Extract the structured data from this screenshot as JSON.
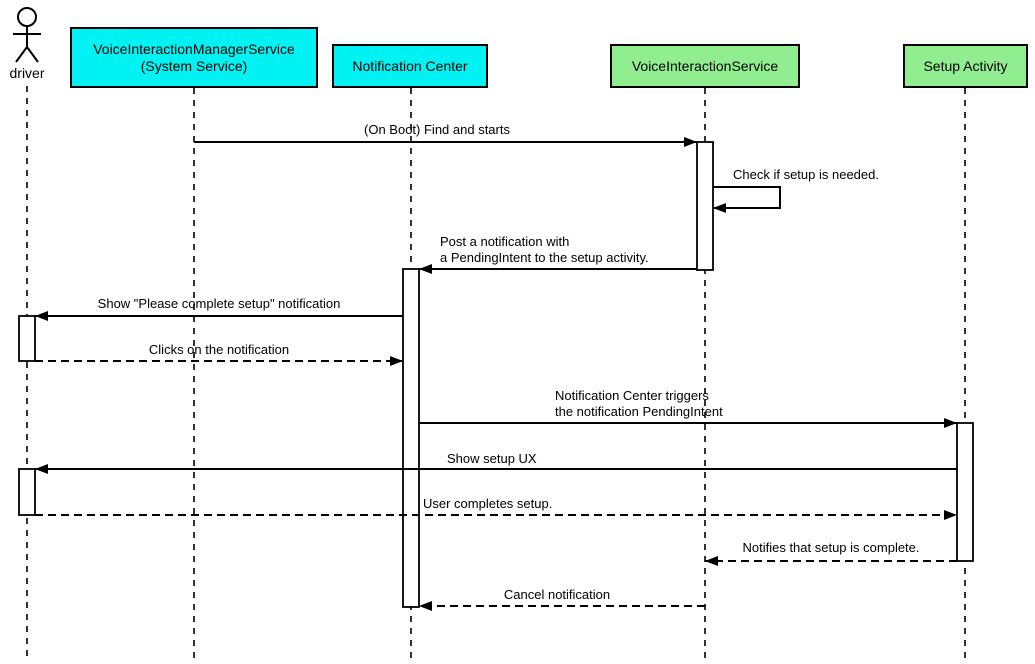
{
  "diagram_type": "uml-sequence",
  "colors": {
    "system_service_fill": "#00F2F2",
    "component_fill": "#90EE90",
    "line": "#000000",
    "background": "#FFFFFF"
  },
  "actor": {
    "label": "driver"
  },
  "participants": [
    {
      "line1": "VoiceInteractionManagerService",
      "line2": "(System Service)",
      "fill": "#00F2F2"
    },
    {
      "line1": "Notification Center",
      "fill": "#00F2F2"
    },
    {
      "line1": "VoiceInteractionService",
      "fill": "#90EE90"
    },
    {
      "line1": "Setup Activity",
      "fill": "#90EE90"
    }
  ],
  "messages": [
    {
      "text": "(On Boot) Find and starts",
      "from": "VoiceInteractionManagerService (System Service)",
      "to": "VoiceInteractionService",
      "style": "solid"
    },
    {
      "text": "Check if setup is needed.",
      "from": "VoiceInteractionService",
      "to": "VoiceInteractionService",
      "style": "solid-self"
    },
    {
      "line1": "Post a notification with",
      "line2": "a PendingIntent to the setup activity.",
      "from": "VoiceInteractionService",
      "to": "Notification Center",
      "style": "solid"
    },
    {
      "text": "Show \"Please complete setup\" notification",
      "from": "Notification Center",
      "to": "driver",
      "style": "solid"
    },
    {
      "text": "Clicks on the notification",
      "from": "driver",
      "to": "Notification Center",
      "style": "dashed"
    },
    {
      "line1": "Notification Center triggers",
      "line2": "the notification PendingIntent",
      "from": "Notification Center",
      "to": "Setup Activity",
      "style": "solid"
    },
    {
      "text": "Show setup UX",
      "from": "Setup Activity",
      "to": "driver",
      "style": "solid"
    },
    {
      "text": "User completes setup.",
      "from": "driver",
      "to": "Setup Activity",
      "style": "dashed"
    },
    {
      "text": "Notifies that setup is complete.",
      "from": "Setup Activity",
      "to": "VoiceInteractionService",
      "style": "dashed"
    },
    {
      "text": "Cancel notification",
      "from": "VoiceInteractionService",
      "to": "Notification Center",
      "style": "dashed"
    }
  ]
}
